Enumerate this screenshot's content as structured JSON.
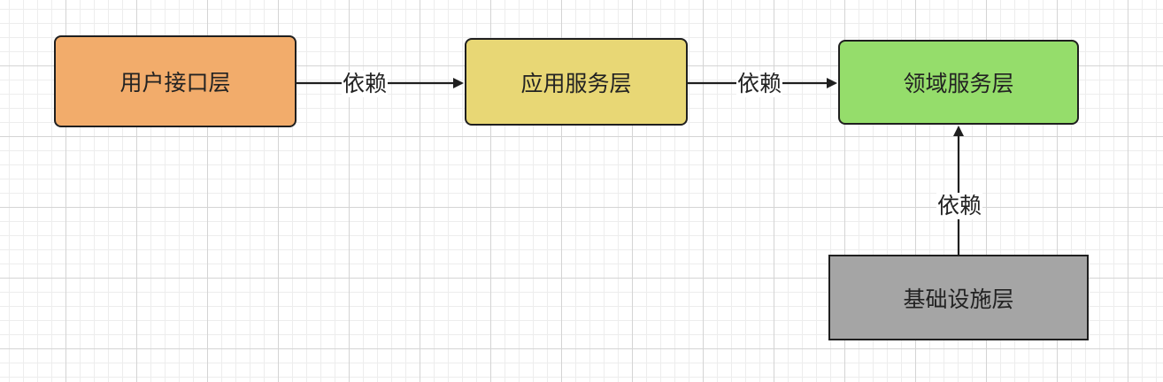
{
  "nodes": {
    "user_interface": {
      "label": "用户接口层",
      "fill": "#f2ac6b"
    },
    "application": {
      "label": "应用服务层",
      "fill": "#e8d775"
    },
    "domain": {
      "label": "领域服务层",
      "fill": "#95dd6b"
    },
    "infrastructure": {
      "label": "基础设施层",
      "fill": "#a5a5a5"
    }
  },
  "edges": [
    {
      "from": "用户接口层",
      "to": "应用服务层",
      "label": "依赖"
    },
    {
      "from": "应用服务层",
      "to": "领域服务层",
      "label": "依赖"
    },
    {
      "from": "基础设施层",
      "to": "领域服务层",
      "label": "依赖"
    }
  ],
  "colors": {
    "stroke": "#1f1f1f",
    "grid_major": "#d4d4d4",
    "grid_minor": "#ededed"
  }
}
